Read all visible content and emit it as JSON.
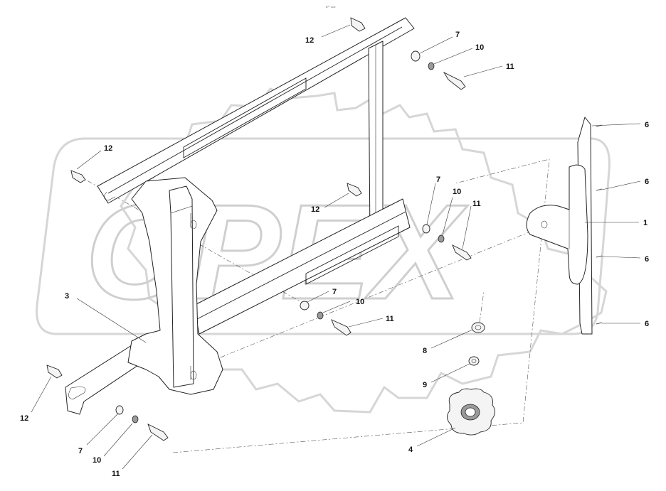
{
  "header_text": "a⁰⁰ ₁₀₀₀",
  "watermark_text": "OPEX",
  "callouts": [
    {
      "id": "12-top",
      "text": "12"
    },
    {
      "id": "7-top",
      "text": "7"
    },
    {
      "id": "10-top",
      "text": "10"
    },
    {
      "id": "11-top",
      "text": "11"
    },
    {
      "id": "12-left",
      "text": "12"
    },
    {
      "id": "7-mid",
      "text": "7"
    },
    {
      "id": "10-mid",
      "text": "10"
    },
    {
      "id": "11-mid",
      "text": "11"
    },
    {
      "id": "12-mid",
      "text": "12"
    },
    {
      "id": "3",
      "text": "3"
    },
    {
      "id": "7-low",
      "text": "7"
    },
    {
      "id": "10-low",
      "text": "10"
    },
    {
      "id": "11-low",
      "text": "11"
    },
    {
      "id": "8",
      "text": "8"
    },
    {
      "id": "9",
      "text": "9"
    },
    {
      "id": "4",
      "text": "4"
    },
    {
      "id": "6-a",
      "text": "6"
    },
    {
      "id": "6-b",
      "text": "6"
    },
    {
      "id": "1",
      "text": "1"
    },
    {
      "id": "6-c",
      "text": "6"
    },
    {
      "id": "6-d",
      "text": "6"
    },
    {
      "id": "12-bottom",
      "text": "12"
    },
    {
      "id": "7-bottom",
      "text": "7"
    },
    {
      "id": "10-bottom",
      "text": "10"
    },
    {
      "id": "11-bottom",
      "text": "11"
    }
  ]
}
